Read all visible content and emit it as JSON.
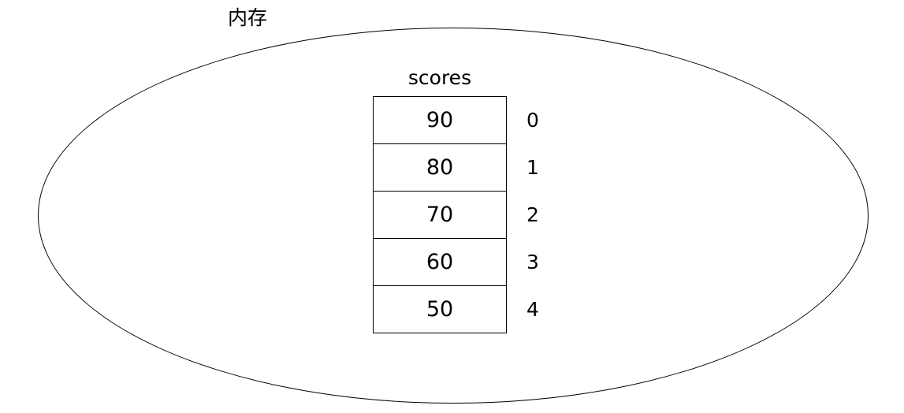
{
  "diagram": {
    "memory_label": "内存",
    "array_label": "scores",
    "cells": [
      {
        "value": "90",
        "index": "0"
      },
      {
        "value": "80",
        "index": "1"
      },
      {
        "value": "70",
        "index": "2"
      },
      {
        "value": "60",
        "index": "3"
      },
      {
        "value": "50",
        "index": "4"
      }
    ]
  },
  "chart_data": {
    "type": "table",
    "title": "内存",
    "array_name": "scores",
    "indices": [
      0,
      1,
      2,
      3,
      4
    ],
    "values": [
      90,
      80,
      70,
      60,
      50
    ]
  }
}
